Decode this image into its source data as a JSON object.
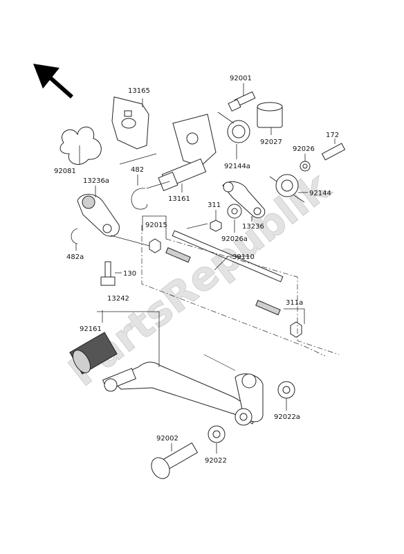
{
  "watermark": "PartsRepublik",
  "labels": {
    "p13165": "13165",
    "p92001": "92001",
    "p92027": "92027",
    "p172": "172",
    "p92026": "92026",
    "p92081": "92081",
    "p482": "482",
    "p92144a": "92144a",
    "p13236a": "13236a",
    "p13161": "13161",
    "p92144": "92144",
    "p311": "311",
    "p13236": "13236",
    "p92015": "92015",
    "p92026a": "92026a",
    "p482a": "482a",
    "p39110": "39110",
    "p130": "130",
    "p13242": "13242",
    "p311a": "311a",
    "p92161": "92161",
    "p92022a": "92022a",
    "p92002": "92002",
    "p92022": "92022"
  }
}
